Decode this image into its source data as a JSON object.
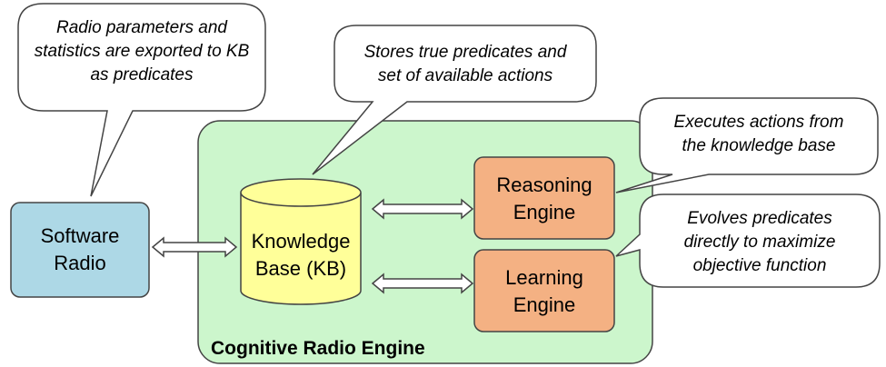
{
  "diagram": {
    "container": {
      "label": "Cognitive Radio Engine",
      "fill": "#ccf6cc"
    },
    "software_radio": {
      "lines": [
        "Software",
        "Radio"
      ],
      "fill": "#add8e6"
    },
    "knowledge_base": {
      "lines": [
        "Knowledge",
        "Base (KB)"
      ],
      "fill": "#ffff99"
    },
    "reasoning_engine": {
      "lines": [
        "Reasoning",
        "Engine"
      ],
      "fill": "#f4b183"
    },
    "learning_engine": {
      "lines": [
        "Learning",
        "Engine"
      ],
      "fill": "#f4b183"
    },
    "callouts": {
      "radio": {
        "lines": [
          "Radio parameters and",
          "statistics are exported to KB",
          "as predicates"
        ]
      },
      "kb": {
        "lines": [
          "Stores true predicates and",
          "set of available actions"
        ]
      },
      "reasoning": {
        "lines": [
          "Executes actions from",
          "the knowledge base"
        ]
      },
      "learning": {
        "lines": [
          "Evolves predicates",
          "directly to maximize",
          "objective function"
        ]
      }
    }
  }
}
